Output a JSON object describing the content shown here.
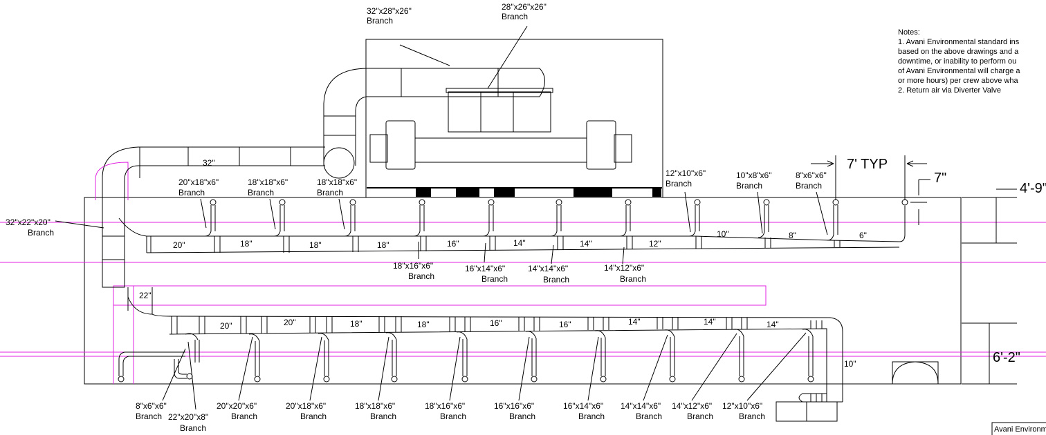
{
  "notes": {
    "heading": "Notes:",
    "lines": [
      "1. Avani Environmental standard ins",
      "based on the above drawings and a",
      "downtime, or inability to perform ou",
      "of Avani Environmental will charge a",
      "or more hours) per crew above wha",
      "2.  Return air via Diverter Valve"
    ]
  },
  "title_block": "Avani Environm",
  "dimensions": {
    "spacing": "7' TYP",
    "drop": "7\"",
    "upper_offset": "4'-9\"",
    "lower_offset": "6'-2\""
  },
  "top_labels": [
    {
      "size": "32\"x28\"x26\"",
      "word": "Branch"
    },
    {
      "size": "28\"x26\"x26\"",
      "word": "Branch"
    }
  ],
  "left_label": {
    "size": "32\"x22\"x20\"",
    "word": "Branch"
  },
  "upper_branch_labels_above": [
    {
      "size": "20\"x18\"x6\"",
      "word": "Branch"
    },
    {
      "size": "18\"x18\"x6\"",
      "word": "Branch"
    },
    {
      "size": "18\"x18\"x6\"",
      "word": "Branch"
    },
    {
      "size": "12\"x10\"x6\"",
      "word": "Branch"
    },
    {
      "size": "10\"x8\"x6\"",
      "word": "Branch"
    },
    {
      "size": "8\"x6\"x6\"",
      "word": "Branch"
    }
  ],
  "upper_branch_labels_below": [
    {
      "size": "18\"x16\"x6\"",
      "word": "Branch"
    },
    {
      "size": "16\"x14\"x6\"",
      "word": "Branch"
    },
    {
      "size": "14\"x14\"x6\"",
      "word": "Branch"
    },
    {
      "size": "14\"x12\"x6\"",
      "word": "Branch"
    }
  ],
  "upper_duct_sizes": [
    "20\"",
    "18\"",
    "18\"",
    "18\"",
    "16\"",
    "14\"",
    "14\"",
    "12\"",
    "10\"",
    "8\"",
    "6\""
  ],
  "main_duct_size": "32\"",
  "riser_size": "22\"",
  "lower_duct_sizes": [
    "20\"",
    "20\"",
    "18\"",
    "18\"",
    "16\"",
    "16\"",
    "14\"",
    "14\"",
    "14\""
  ],
  "drop_size": "10\"",
  "lower_branch_labels": [
    {
      "size": "8\"x6\"x6\"",
      "word": "Branch"
    },
    {
      "size": "22\"x20\"x8\"",
      "word": "Branch"
    },
    {
      "size": "20\"x20\"x6\"",
      "word": "Branch"
    },
    {
      "size": "20\"x18\"x6\"",
      "word": "Branch"
    },
    {
      "size": "18\"x18\"x6\"",
      "word": "Branch"
    },
    {
      "size": "18\"x16\"x6\"",
      "word": "Branch"
    },
    {
      "size": "16\"x16\"x6\"",
      "word": "Branch"
    },
    {
      "size": "16\"x14\"x6\"",
      "word": "Branch"
    },
    {
      "size": "14\"x14\"x6\"",
      "word": "Branch"
    },
    {
      "size": "14\"x12\"x6\"",
      "word": "Branch"
    },
    {
      "size": "12\"x10\"x6\"",
      "word": "Branch"
    }
  ],
  "colors": {
    "line": "#000000",
    "magenta": "#e020e0"
  }
}
